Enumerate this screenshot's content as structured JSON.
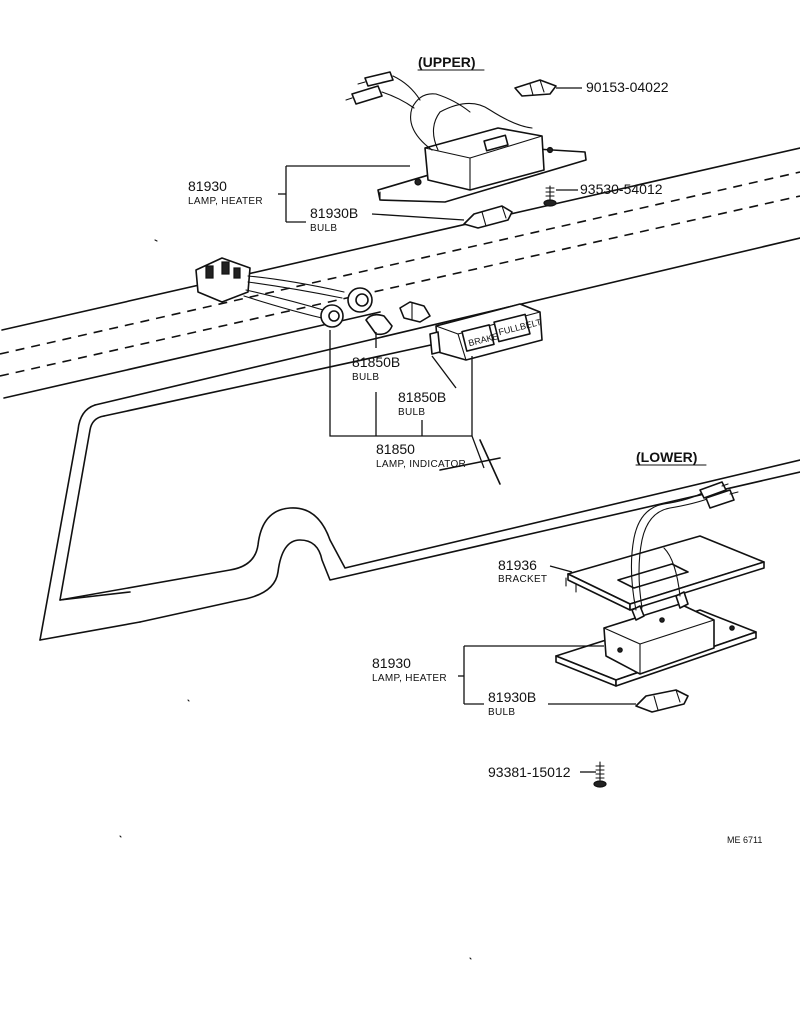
{
  "headings": {
    "upper": "(UPPER)",
    "lower": "(LOWER)"
  },
  "parts": {
    "p90153": {
      "number": "90153-04022"
    },
    "p93530": {
      "number": "93530-54012"
    },
    "p93381": {
      "number": "93381-15012"
    },
    "lamp_heater_upper": {
      "number": "81930",
      "name": "LAMP, HEATER"
    },
    "bulb_upper": {
      "number": "81930B",
      "name": "BULB"
    },
    "bulb_indicator_1": {
      "number": "81850B",
      "name": "BULB"
    },
    "bulb_indicator_2": {
      "number": "81850B",
      "name": "BULB"
    },
    "lamp_indicator": {
      "number": "81850",
      "name": "LAMP, INDICATOR"
    },
    "bracket": {
      "number": "81936",
      "name": "BRACKET"
    },
    "lamp_heater_lower": {
      "number": "81930",
      "name": "LAMP, HEATER"
    },
    "bulb_lower": {
      "number": "81930B",
      "name": "BULB"
    }
  },
  "footer": {
    "code": "ME 6711"
  }
}
